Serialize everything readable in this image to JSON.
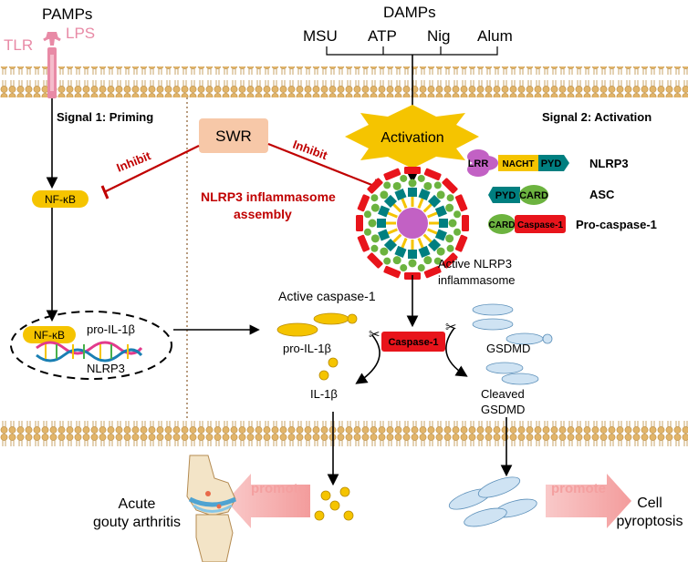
{
  "pamps": {
    "title": "PAMPs",
    "tlr": "TLR",
    "lps": "LPS"
  },
  "damps": {
    "title": "DAMPs",
    "items": [
      "MSU",
      "ATP",
      "Nig",
      "Alum"
    ]
  },
  "signal1": "Signal 1: Priming",
  "signal2": "Signal 2: Activation",
  "swr": "SWR",
  "inhibit": "Inhibit",
  "activation": "Activation",
  "assembly": {
    "line1": "NLRP3 inflammasome",
    "line2": "assembly"
  },
  "nfkb": "NF-κB",
  "nucleus": {
    "pro_il1b": "pro-IL-1β",
    "nlrp3": "NLRP3"
  },
  "legend": {
    "nlrp3": {
      "name": "NLRP3",
      "domains": [
        "LRR",
        "NACHT",
        "PYD"
      ]
    },
    "asc": {
      "name": "ASC",
      "domains": [
        "PYD",
        "CARD"
      ]
    },
    "procasp": {
      "name": "Pro-caspase-1",
      "domains": [
        "CARD",
        "Caspase-1"
      ]
    }
  },
  "active_inflammasome": {
    "line1": "Active NLRP3",
    "line2": "inflammasome"
  },
  "active_caspase": "Active caspase-1",
  "caspase1": "Caspase-1",
  "pro_il1b": "pro-IL-1β",
  "il1b": "IL-1β",
  "gsdmd": "GSDMD",
  "cleaved": {
    "line1": "Cleaved",
    "line2": "GSDMD"
  },
  "promote": "promote",
  "outcome_left": {
    "line1": "Acute",
    "line2": "gouty arthritis"
  },
  "outcome_right": {
    "line1": "Cell",
    "line2": "pyroptosis"
  },
  "colors": {
    "membrane": "#e9c68c",
    "membrane_head": "#d9a85c",
    "nfkb": "#f5c400",
    "swr_box": "#f7c8a8",
    "inhibit": "#c00000",
    "activation": "#f5c400",
    "caspase": "#e8141b",
    "promote": "#f8b8b8",
    "gsdmd": "#cfe3f3",
    "lrr": "#c261c4",
    "teal": "#007f80",
    "green": "#6cb33f",
    "tlr": "#e88aa6"
  }
}
